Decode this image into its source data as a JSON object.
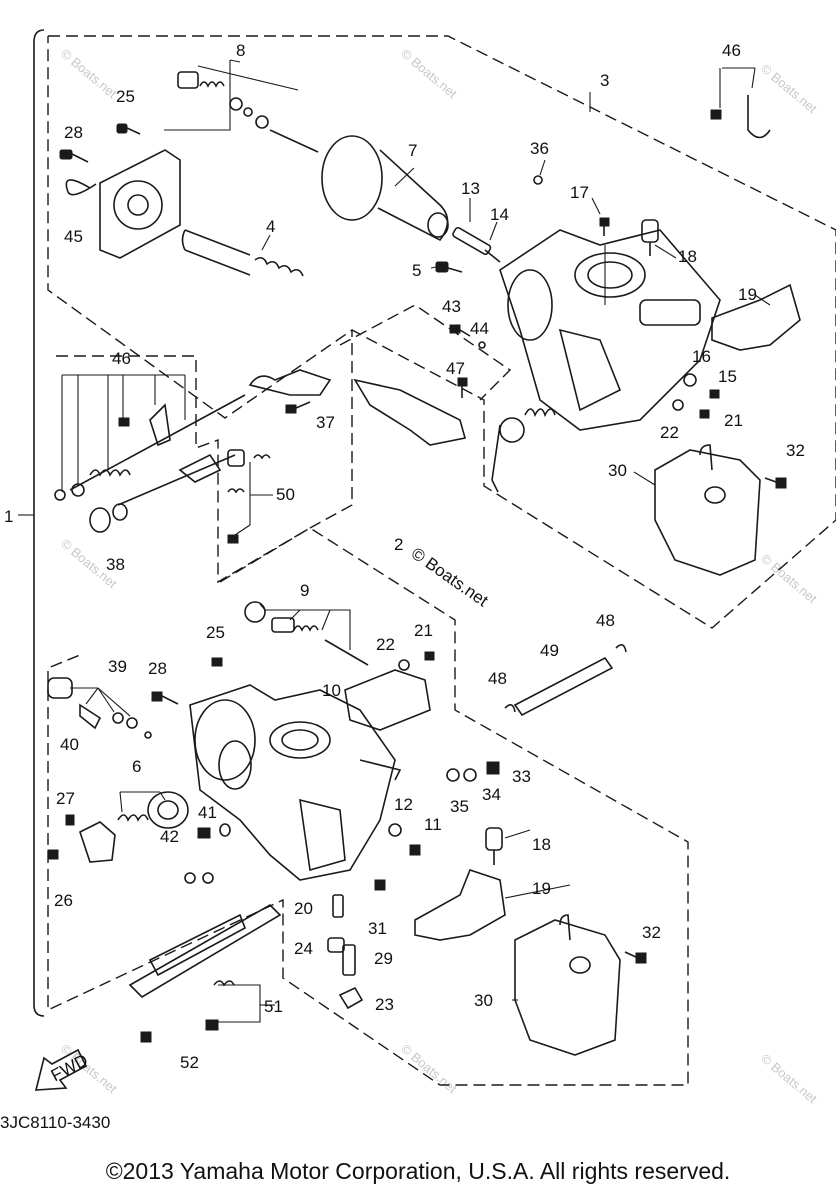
{
  "diagram": {
    "part_code": "3JC8110-3430",
    "fwd_label": "FWD",
    "watermark": "© Boats.net",
    "callouts": {
      "c1": "1",
      "c2": "2",
      "c3": "3",
      "c4": "4",
      "c5": "5",
      "c6": "6",
      "c7": "7",
      "c8": "8",
      "c9": "9",
      "c10": "10",
      "c11": "11",
      "c12": "12",
      "c13": "13",
      "c14": "14",
      "c15": "15",
      "c16": "16",
      "c17": "17",
      "c18a": "18",
      "c18b": "18",
      "c19a": "19",
      "c19b": "19",
      "c20": "20",
      "c21a": "21",
      "c21b": "21",
      "c22a": "22",
      "c22b": "22",
      "c23": "23",
      "c24": "24",
      "c25a": "25",
      "c25b": "25",
      "c26": "26",
      "c27": "27",
      "c28a": "28",
      "c28b": "28",
      "c29": "29",
      "c30a": "30",
      "c30b": "30",
      "c31": "31",
      "c32a": "32",
      "c32b": "32",
      "c33": "33",
      "c34": "34",
      "c35": "35",
      "c36": "36",
      "c37": "37",
      "c38": "38",
      "c39": "39",
      "c40": "40",
      "c41": "41",
      "c42": "42",
      "c43": "43",
      "c44": "44",
      "c45": "45",
      "c46a": "46",
      "c46b": "46",
      "c47": "47",
      "c48a": "48",
      "c48b": "48",
      "c49": "49",
      "c50": "50",
      "c51": "51",
      "c52": "52"
    }
  },
  "copyright": "©2013 Yamaha Motor Corporation, U.S.A. All rights reserved."
}
